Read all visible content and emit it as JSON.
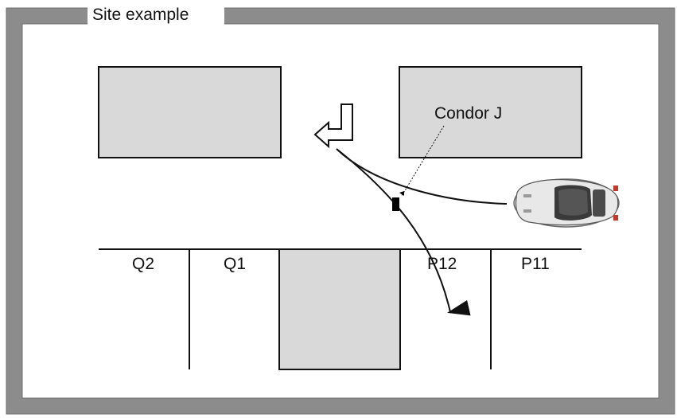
{
  "diagram": {
    "title": "Site example",
    "device_label": "Condor J",
    "parking_labels": {
      "q2": "Q2",
      "q1": "Q1",
      "p12": "P12",
      "p11": "P11"
    }
  },
  "colors": {
    "frame": "#8c8c8c",
    "building_fill": "#d9d9d9",
    "line": "#111111",
    "device": "#000000"
  },
  "icons": [
    "turn-arrow-icon",
    "car-icon",
    "path-arrow-icon"
  ]
}
